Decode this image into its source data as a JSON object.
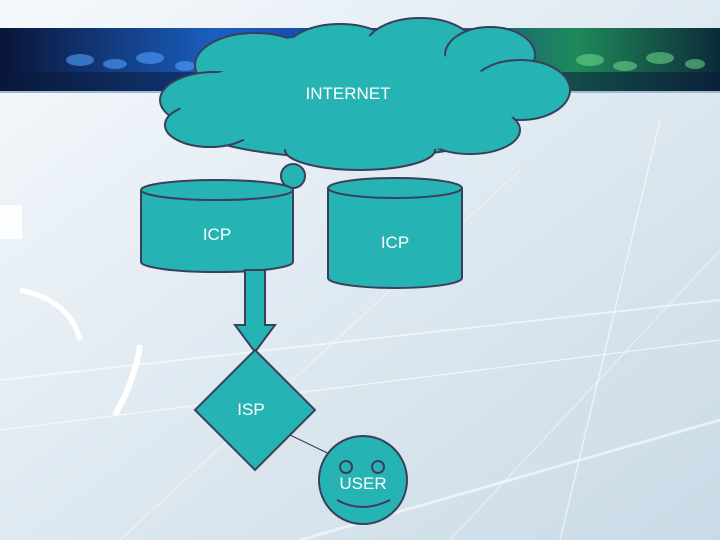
{
  "nodes": {
    "internet": {
      "label": "INTERNET"
    },
    "icp_left": {
      "label": "ICP"
    },
    "icp_right": {
      "label": "ICP"
    },
    "isp": {
      "label": "ISP"
    },
    "user": {
      "label": "USER"
    }
  },
  "colors": {
    "shape_fill": "#26b3b3",
    "shape_stroke": "#3a3f5a",
    "header_dark": "#0d1840",
    "header_blue": "#1f6fd0",
    "header_green": "#2fae62",
    "background": "#e3edf4"
  },
  "icons": {
    "user_face": "smiley-face-icon"
  }
}
